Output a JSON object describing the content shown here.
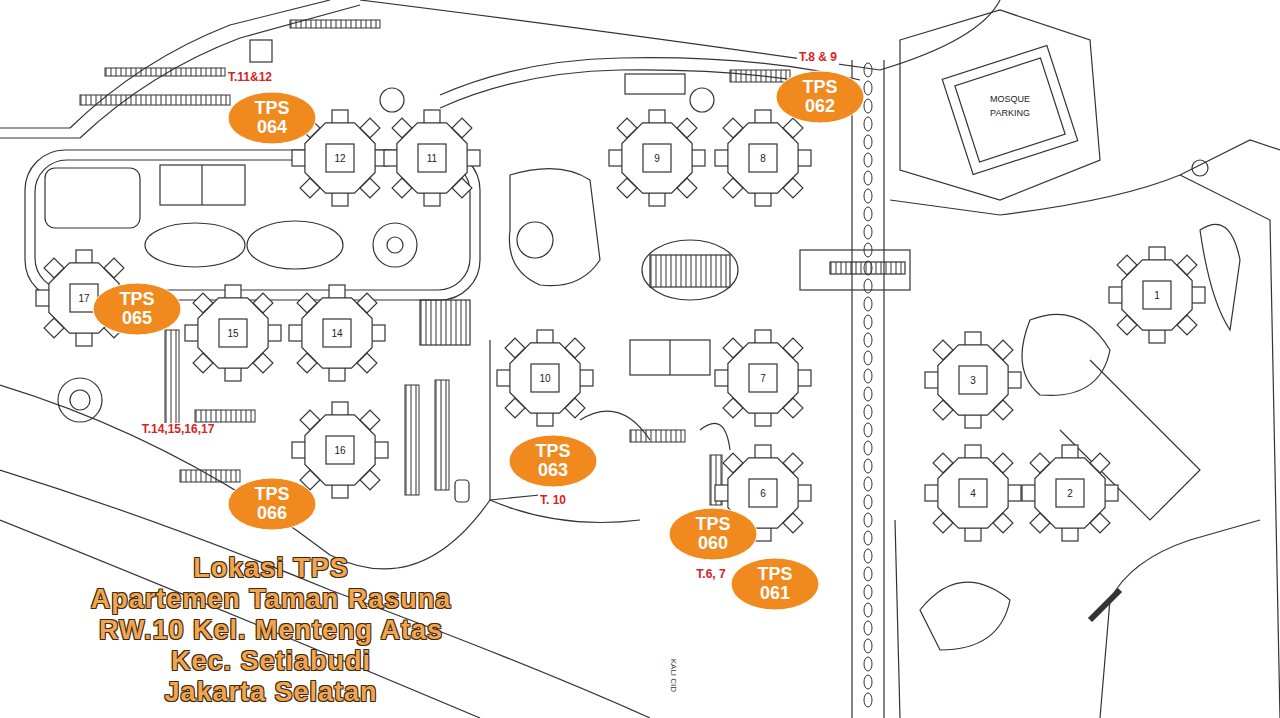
{
  "diagram": {
    "nodes": [
      {
        "text": [
          "TPS 064"
        ]
      },
      {
        "text": [
          "TPS 062"
        ]
      },
      {
        "text": [
          "TPS 065"
        ]
      },
      {
        "text": [
          "TPS 063"
        ]
      },
      {
        "text": [
          "TPS 066"
        ]
      },
      {
        "text": [
          "TPS 060"
        ]
      },
      {
        "text": [
          "TPS 061"
        ]
      }
    ],
    "labels": [
      "T.11&12",
      "T.8 & 9",
      "T.14,15,16,17",
      "T. 10",
      "T.6, 7",
      "12",
      "11",
      "9",
      "8",
      "17",
      "15",
      "14",
      "10",
      "7",
      "16",
      "6",
      "1",
      "3",
      "4",
      "2",
      "MOSQUE",
      "PARKING",
      "KALI CID",
      "Lokasi TPS",
      "Apartemen Taman Rasuna",
      "RW.10 Kel. Menteng Atas",
      "Kec. Setiabudi",
      "Jakarta Selatan"
    ]
  }
}
